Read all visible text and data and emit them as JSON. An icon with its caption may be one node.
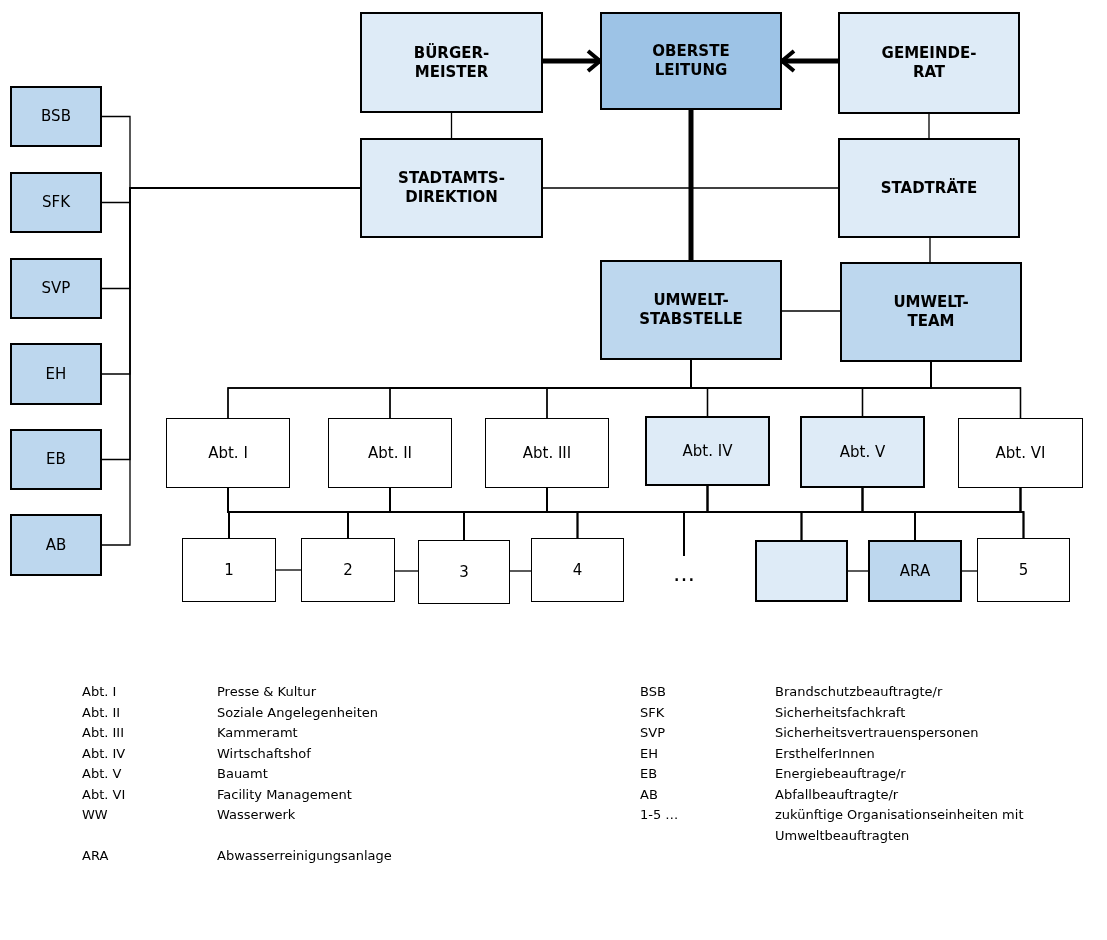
{
  "diagram": {
    "nodes": [
      {
        "text": [
          "BÜRGER- MEISTER"
        ]
      },
      {
        "text": [
          "OBERSTE LEITUNG"
        ]
      },
      {
        "text": [
          "GEMEINDE- RAT"
        ]
      },
      {
        "text": [
          "BSB"
        ]
      },
      {
        "text": [
          "SFK"
        ]
      },
      {
        "text": [
          "SVP"
        ]
      },
      {
        "text": [
          "EH"
        ]
      },
      {
        "text": [
          "EB"
        ]
      },
      {
        "text": [
          "AB"
        ]
      },
      {
        "text": [
          "STADTAMTS- DIREKTION"
        ]
      },
      {
        "text": [
          "STADTRÄTE"
        ]
      },
      {
        "text": [
          "UMWELT- STABSTELLE"
        ]
      },
      {
        "text": [
          "UMWELT- TEAM"
        ]
      },
      {
        "text": [
          "Abt. I"
        ]
      },
      {
        "text": [
          "Abt. II"
        ]
      },
      {
        "text": [
          "Abt. III"
        ]
      },
      {
        "text": [
          "Abt. IV"
        ]
      },
      {
        "text": [
          "Abt. V"
        ]
      },
      {
        "text": [
          "Abt. VI"
        ]
      },
      {
        "text": [
          "1"
        ]
      },
      {
        "text": [
          "2"
        ]
      },
      {
        "text": [
          "3"
        ]
      },
      {
        "text": [
          "4"
        ]
      },
      {
        "text": [
          "…"
        ]
      },
      {
        "text": [],
        "shape": "box"
      },
      {
        "text": [
          "ARA"
        ]
      },
      {
        "text": [
          "5"
        ]
      }
    ],
    "edges": [
      {
        "from": 0,
        "to": 1,
        "arrow": "to",
        "style": "thick"
      },
      {
        "from": 2,
        "to": 1,
        "arrow": "to",
        "style": "thick"
      },
      {
        "from": 0,
        "to": 9,
        "arrow": "none"
      },
      {
        "from": 2,
        "to": 10,
        "arrow": "none"
      },
      {
        "from": 3,
        "to": 9,
        "arrow": "none"
      },
      {
        "from": 4,
        "to": 9,
        "arrow": "none"
      },
      {
        "from": 5,
        "to": 9,
        "arrow": "none"
      },
      {
        "from": 6,
        "to": 9,
        "arrow": "none"
      },
      {
        "from": 7,
        "to": 9,
        "arrow": "none"
      },
      {
        "from": 8,
        "to": 9,
        "arrow": "none"
      },
      {
        "from": 9,
        "to": 10,
        "arrow": "none"
      },
      {
        "from": 1,
        "to": 11,
        "arrow": "none",
        "style": "thick"
      },
      {
        "from": 10,
        "to": 12,
        "arrow": "none"
      },
      {
        "from": 11,
        "to": 12,
        "arrow": "none"
      },
      {
        "from": 11,
        "to": 13,
        "arrow": "none"
      },
      {
        "from": 11,
        "to": 14,
        "arrow": "none"
      },
      {
        "from": 11,
        "to": 15,
        "arrow": "none"
      },
      {
        "from": 11,
        "to": 16,
        "arrow": "none"
      },
      {
        "from": 11,
        "to": 17,
        "arrow": "none"
      },
      {
        "from": 11,
        "to": 18,
        "arrow": "none"
      },
      {
        "from": 12,
        "to": 13,
        "arrow": "none"
      },
      {
        "from": 12,
        "to": 14,
        "arrow": "none"
      },
      {
        "from": 12,
        "to": 15,
        "arrow": "none"
      },
      {
        "from": 12,
        "to": 16,
        "arrow": "none"
      },
      {
        "from": 12,
        "to": 17,
        "arrow": "none"
      },
      {
        "from": 12,
        "to": 18,
        "arrow": "none"
      },
      {
        "from": 13,
        "to": 19,
        "arrow": "none"
      },
      {
        "from": 13,
        "to": 20,
        "arrow": "none"
      },
      {
        "from": 13,
        "to": 21,
        "arrow": "none"
      },
      {
        "from": 13,
        "to": 22,
        "arrow": "none"
      },
      {
        "from": 13,
        "to": 23,
        "arrow": "none"
      },
      {
        "from": 13,
        "to": 24,
        "arrow": "none"
      },
      {
        "from": 13,
        "to": 25,
        "arrow": "none"
      },
      {
        "from": 13,
        "to": 26,
        "arrow": "none"
      },
      {
        "from": 14,
        "to": 19,
        "arrow": "none"
      },
      {
        "from": 14,
        "to": 20,
        "arrow": "none"
      },
      {
        "from": 14,
        "to": 21,
        "arrow": "none"
      },
      {
        "from": 14,
        "to": 22,
        "arrow": "none"
      },
      {
        "from": 14,
        "to": 23,
        "arrow": "none"
      },
      {
        "from": 14,
        "to": 24,
        "arrow": "none"
      },
      {
        "from": 14,
        "to": 25,
        "arrow": "none"
      },
      {
        "from": 14,
        "to": 26,
        "arrow": "none"
      },
      {
        "from": 15,
        "to": 19,
        "arrow": "none"
      },
      {
        "from": 15,
        "to": 20,
        "arrow": "none"
      },
      {
        "from": 15,
        "to": 21,
        "arrow": "none"
      },
      {
        "from": 15,
        "to": 22,
        "arrow": "none"
      },
      {
        "from": 15,
        "to": 23,
        "arrow": "none"
      },
      {
        "from": 15,
        "to": 24,
        "arrow": "none"
      },
      {
        "from": 15,
        "to": 25,
        "arrow": "none"
      },
      {
        "from": 15,
        "to": 26,
        "arrow": "none"
      },
      {
        "from": 16,
        "to": 19,
        "arrow": "none"
      },
      {
        "from": 16,
        "to": 20,
        "arrow": "none"
      },
      {
        "from": 16,
        "to": 21,
        "arrow": "none"
      },
      {
        "from": 16,
        "to": 22,
        "arrow": "none"
      },
      {
        "from": 16,
        "to": 23,
        "arrow": "none"
      },
      {
        "from": 16,
        "to": 24,
        "arrow": "none"
      },
      {
        "from": 16,
        "to": 25,
        "arrow": "none"
      },
      {
        "from": 16,
        "to": 26,
        "arrow": "none"
      },
      {
        "from": 17,
        "to": 19,
        "arrow": "none"
      },
      {
        "from": 17,
        "to": 20,
        "arrow": "none"
      },
      {
        "from": 17,
        "to": 21,
        "arrow": "none"
      },
      {
        "from": 17,
        "to": 22,
        "arrow": "none"
      },
      {
        "from": 17,
        "to": 23,
        "arrow": "none"
      },
      {
        "from": 17,
        "to": 24,
        "arrow": "none"
      },
      {
        "from": 17,
        "to": 25,
        "arrow": "none"
      },
      {
        "from": 17,
        "to": 26,
        "arrow": "none"
      },
      {
        "from": 18,
        "to": 19,
        "arrow": "none"
      },
      {
        "from": 18,
        "to": 20,
        "arrow": "none"
      },
      {
        "from": 18,
        "to": 21,
        "arrow": "none"
      },
      {
        "from": 18,
        "to": 22,
        "arrow": "none"
      },
      {
        "from": 18,
        "to": 23,
        "arrow": "none"
      },
      {
        "from": 18,
        "to": 24,
        "arrow": "none"
      },
      {
        "from": 18,
        "to": 25,
        "arrow": "none"
      },
      {
        "from": 18,
        "to": 26,
        "arrow": "none"
      },
      {
        "from": 19,
        "to": 20,
        "arrow": "none"
      },
      {
        "from": 20,
        "to": 21,
        "arrow": "none"
      },
      {
        "from": 21,
        "to": 22,
        "arrow": "none"
      },
      {
        "from": 24,
        "to": 25,
        "arrow": "none"
      },
      {
        "from": 25,
        "to": 26,
        "arrow": "none"
      }
    ],
    "labels": [
      "Abt. I",
      "Presse & Kultur",
      "BSB",
      "Brandschutzbeauftragte/r",
      "Abt. II",
      "Soziale Angelegenheiten",
      "SFK",
      "Sicherheitsfachkraft",
      "Abt. III",
      "Kammeramt",
      "SVP",
      "Sicherheitsvertrauenspersonen",
      "Abt. IV",
      "Wirtschaftshof",
      "EH",
      "ErsthelferInnen",
      "Abt. V",
      "Bauamt",
      "EB",
      "Energiebeauftrage/r",
      "Abt. VI",
      "Facility Management",
      "AB",
      "Abfallbeauftragte/r",
      "WW",
      "Wasserwerk",
      "1-5 …",
      "zukünftige Organisationseinheiten mit Umweltbeauftragten",
      "ARA",
      "Abwasserreinigungsanlage"
    ]
  }
}
